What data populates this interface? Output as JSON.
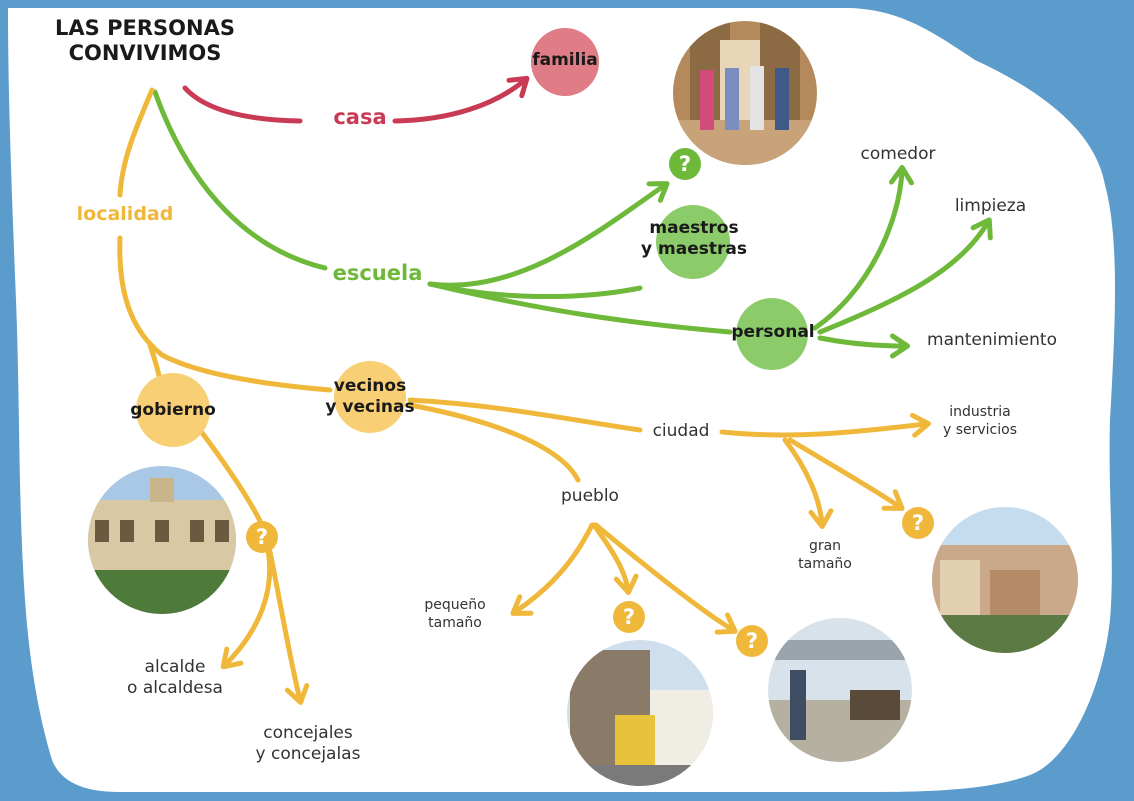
{
  "title": "LAS PERSONAS\nCONVIVIMOS",
  "colors": {
    "background_blue": "#5b9ccc",
    "card": "#ffffff",
    "family_red": "#c93a55",
    "family_circle": "#e07c85",
    "school_green": "#6fb93a",
    "school_circle": "#8ccb6a",
    "locality_yellow": "#f0b83a",
    "locality_circle": "#f8cf74",
    "question_green": "#6fb93a",
    "question_yellow": "#f0b83a"
  },
  "branches": {
    "casa": "casa",
    "escuela": "escuela",
    "localidad": "localidad"
  },
  "nodes": {
    "familia": "familia",
    "maestros": "maestros\ny maestras",
    "personal": "personal",
    "comedor": "comedor",
    "limpieza": "limpieza",
    "mantenimiento": "mantenimiento",
    "gobierno": "gobierno",
    "vecinos": "vecinos\ny vecinas",
    "ciudad": "ciudad",
    "pueblo": "pueblo",
    "industria": "industria\ny servicios",
    "gran_tamano": "gran\ntamaño",
    "pequeno_tamano": "pequeño\ntamaño",
    "alcalde": "alcalde\no alcaldesa",
    "concejales": "concejales\ny concejalas"
  },
  "question_mark": "?",
  "photos": [
    {
      "name": "school-students-photo"
    },
    {
      "name": "town-hall-photo"
    },
    {
      "name": "village-houses-photo"
    },
    {
      "name": "farm-worker-photo"
    },
    {
      "name": "city-view-photo"
    }
  ]
}
